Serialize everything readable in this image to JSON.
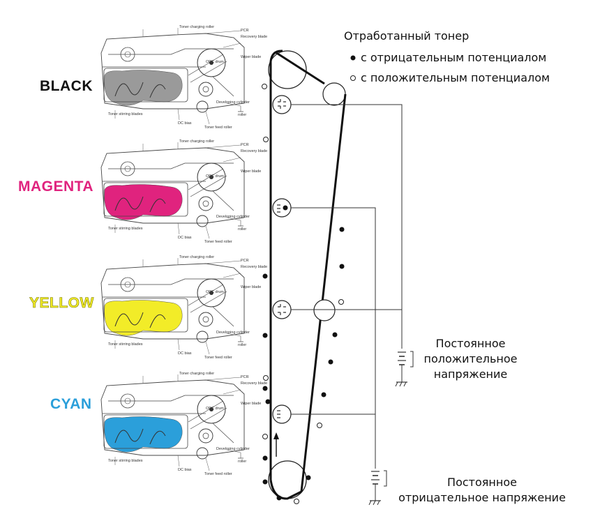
{
  "cartridges": [
    {
      "label": "BLACK",
      "toner_color": "#9a9a9a"
    },
    {
      "label": "MAGENTA",
      "toner_color": "#e0237e"
    },
    {
      "label": "YELLOW",
      "toner_color": "#f2ec28"
    },
    {
      "label": "CYAN",
      "toner_color": "#2b9fda"
    }
  ],
  "cartridge_parts": {
    "toner_charging_roller": "Toner charging roller",
    "pcr": "PCR",
    "recovery_blade": "Recovery blade",
    "opc_drum": "OPC drum",
    "wiper_blade": "Wiper blade",
    "developing_cylinder": "Developing cylinder",
    "roller": "roller",
    "toner_stirring_blades": "Toner stirring blades",
    "dc_bias": "DC bias",
    "toner_feed_roller": "Toner feed roller"
  },
  "legend": {
    "title": "Отработанный тонер",
    "negative": "с отрицательным потенциалом",
    "positive": "с положительным потенциалом"
  },
  "voltages": {
    "positive_line1": "Постоянное",
    "positive_line2": "положительное",
    "positive_line3": "напряжение",
    "negative_line1": "Постоянное",
    "negative_line2": "отрицательное напряжение"
  }
}
